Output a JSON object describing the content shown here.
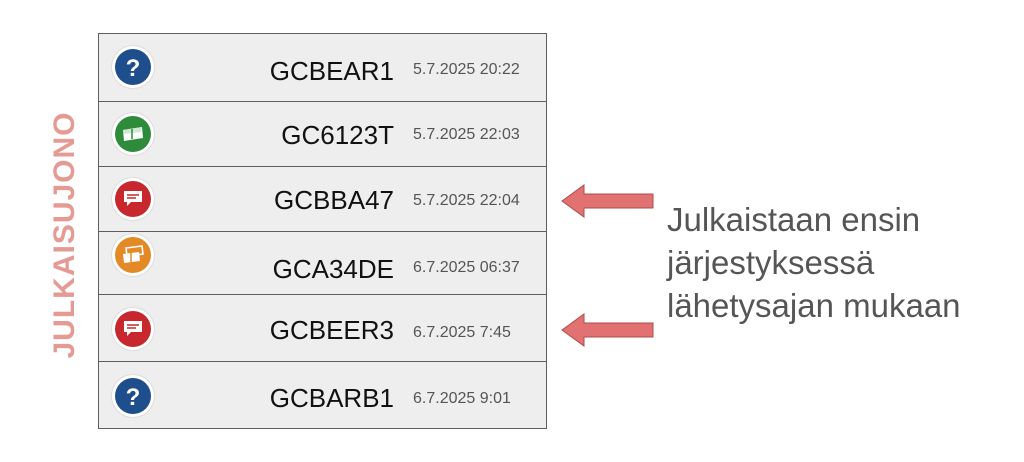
{
  "side_label": "JULKAISUJONO",
  "rows": [
    {
      "code": "GCBEAR1",
      "time": "5.7.2025 20:22",
      "icon": "mystery-question-icon",
      "color": "#1f4e8c"
    },
    {
      "code": "GC6123T",
      "time": "5.7.2025 22:03",
      "icon": "traditional-box-icon",
      "color": "#2e8b3c"
    },
    {
      "code": "GCBBA47",
      "time": "5.7.2025 22:04",
      "icon": "note-speech-icon",
      "color": "#c8282d"
    },
    {
      "code": "GCA34DE",
      "time": "6.7.2025 06:37",
      "icon": "multi-box-icon",
      "color": "#e38a27"
    },
    {
      "code": "GCBEER3",
      "time": "6.7.2025 7:45",
      "icon": "note-speech-icon",
      "color": "#c8282d"
    },
    {
      "code": "GCBARB1",
      "time": "6.7.2025 9:01",
      "icon": "mystery-question-icon",
      "color": "#1f4e8c"
    }
  ],
  "caption": {
    "line1": "Julkaistaan ensin",
    "line2": "järjestyksessä",
    "line3": "lähetysajan mukaan"
  },
  "arrow_color": "#e27272"
}
